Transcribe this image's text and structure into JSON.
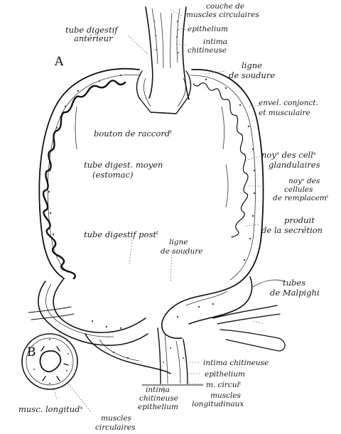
{
  "figure_labels": {
    "a": "A",
    "b": "B"
  },
  "labels": {
    "couche_muscles": [
      "couche de",
      "muscles circulaires"
    ],
    "epithelium_top": "epithelium",
    "intima_top": [
      "intima",
      "chitineuse"
    ],
    "tube_anterieur": [
      "tube digestif",
      "antérieur"
    ],
    "ligne_soudure_top": [
      "ligne",
      "de soudure"
    ],
    "envel_conjonct": [
      "envel. conjonct.",
      "et musculaire"
    ],
    "bouton": "bouton de raccordᵗ",
    "noy_cells": [
      "noyˣ des cellˢ",
      "glandulaires"
    ],
    "tube_moyen": [
      "tube digest. moyen",
      "(estomac)"
    ],
    "noy_remplac": [
      "noyˣ des",
      "cellules",
      "de remplacemᵗ"
    ],
    "produit": [
      "produit",
      "de la secrétion"
    ],
    "tube_post": "tube digestif postᵗ",
    "ligne_soudure_bottom": [
      "ligne",
      "de soudure"
    ],
    "tubes_malpighi": [
      "tubes",
      "de Malpighi"
    ],
    "intima_bottom_right": "intima chitineuse",
    "epithelium_bottom_right": "epithelium",
    "m_circul": "m. circulᵗ",
    "muscles_longit": [
      "muscles",
      "longitudinaux"
    ],
    "intima_bottom_center": [
      "intima",
      "chitineuse"
    ],
    "epithelium_bottom_center": "epithelium",
    "musc_longit": "musc. longitudˣ",
    "muscles_circ": [
      "muscles",
      "circulaires"
    ]
  }
}
